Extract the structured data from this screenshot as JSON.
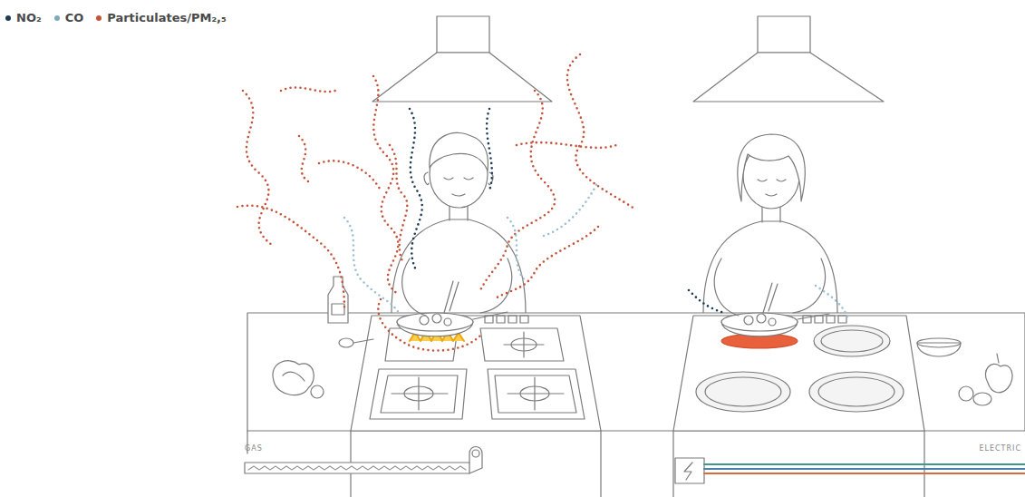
{
  "diagram": {
    "labels": [
      "GAS",
      "ELECTRIC"
    ],
    "legend": [
      {
        "text": "NO₂",
        "color": "#1f3b57"
      },
      {
        "text": "CO",
        "color": "#7fa9bf"
      },
      {
        "text": "Particulates/PM₂,₅",
        "color": "#c4533a"
      }
    ]
  }
}
